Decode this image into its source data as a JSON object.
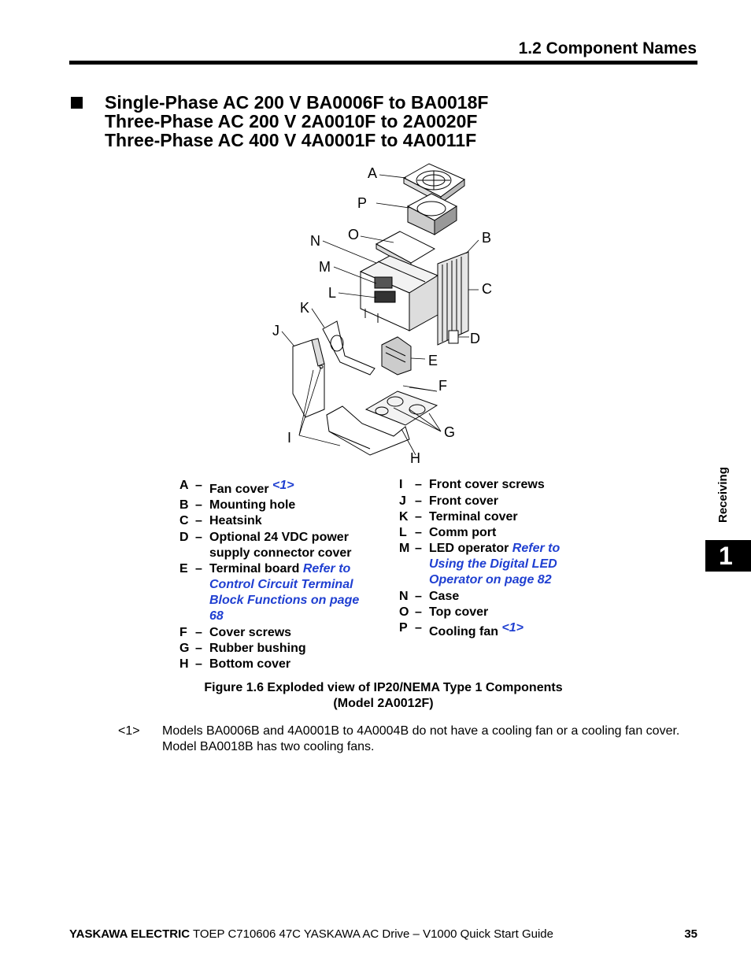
{
  "header": {
    "title": "1.2 Component Names"
  },
  "section": {
    "lines": [
      "Single-Phase AC 200 V BA0006F to BA0018F",
      "Three-Phase AC 200 V 2A0010F to 2A0020F",
      "Three-Phase AC 400 V 4A0001F to 4A0011F"
    ]
  },
  "figure": {
    "callouts": [
      "A",
      "P",
      "N",
      "O",
      "B",
      "M",
      "C",
      "L",
      "K",
      "J",
      "D",
      "E",
      "F",
      "G",
      "I",
      "H"
    ]
  },
  "legend_left": [
    {
      "letter": "A",
      "dash": "–",
      "text": "Fan cover ",
      "link": "<1>"
    },
    {
      "letter": "B",
      "dash": "–",
      "text": "Mounting hole"
    },
    {
      "letter": "C",
      "dash": "–",
      "text": "Heatsink"
    },
    {
      "letter": "D",
      "dash": "–",
      "text": "Optional 24 VDC power",
      "text2": "supply connector cover"
    },
    {
      "letter": "E",
      "dash": "–",
      "text": "Terminal board ",
      "link": "Refer to",
      "link2": "Control Circuit Terminal",
      "link3": "Block Functions on page",
      "link4": "68"
    },
    {
      "letter": "F",
      "dash": "–",
      "text": "Cover screws"
    },
    {
      "letter": "G",
      "dash": "–",
      "text": "Rubber bushing"
    },
    {
      "letter": "H",
      "dash": "–",
      "text": "Bottom cover"
    }
  ],
  "legend_right": [
    {
      "letter": "I",
      "dash": "–",
      "text": "Front cover screws"
    },
    {
      "letter": "J",
      "dash": "–",
      "text": "Front cover"
    },
    {
      "letter": "K",
      "dash": "–",
      "text": "Terminal cover"
    },
    {
      "letter": "L",
      "dash": "–",
      "text": "Comm port"
    },
    {
      "letter": "M",
      "dash": "–",
      "text": "LED operator ",
      "link": "Refer to",
      "link2": "Using the Digital LED",
      "link3": "Operator on page 82"
    },
    {
      "letter": "N",
      "dash": "–",
      "text": "Case"
    },
    {
      "letter": "O",
      "dash": "–",
      "text": "Top cover"
    },
    {
      "letter": "P",
      "dash": "–",
      "text": "Cooling fan ",
      "link": "<1>"
    }
  ],
  "caption": {
    "line1": "Figure 1.6   Exploded view of IP20/NEMA Type 1 Components",
    "line2": "(Model 2A0012F)"
  },
  "note": {
    "marker": "<1>",
    "line1": "Models BA0006B and 4A0001B to 4A0004B do not have a cooling fan or a cooling fan cover.",
    "line2": "Model BA0018B has two cooling fans."
  },
  "footer": {
    "brand": "YASKAWA ELECTRIC",
    "text": " TOEP C710606 47C YASKAWA AC Drive – V1000 Quick Start Guide",
    "page": "35"
  },
  "side_tab": {
    "label": "Receiving",
    "chapter": "1"
  },
  "colors": {
    "link": "#1f3fd1",
    "text": "#000000"
  }
}
